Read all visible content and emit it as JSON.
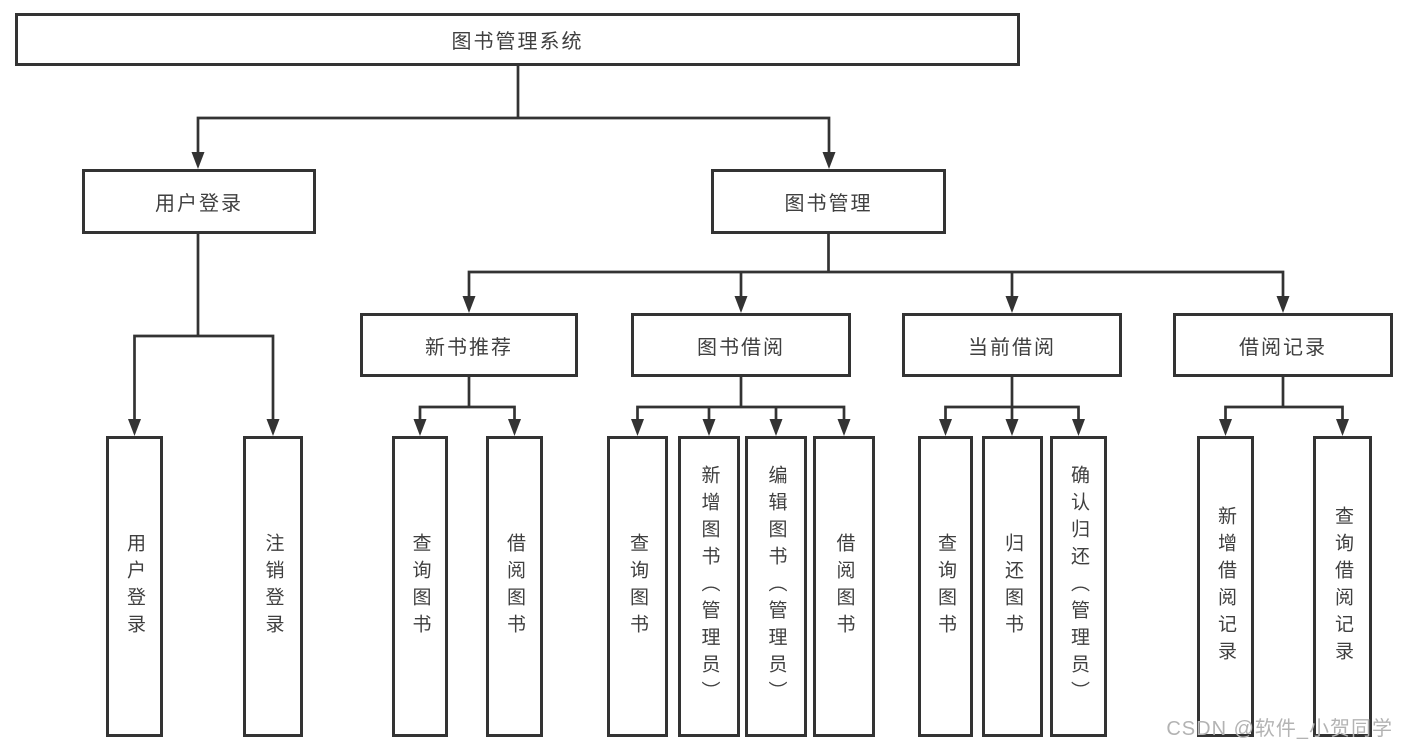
{
  "page": {
    "background": "#ffffff"
  },
  "diagram": {
    "type": "hierarchy-tree",
    "root": {
      "label": "图书管理系统",
      "children": [
        {
          "label": "用户登录",
          "children": [
            {
              "label": "用户登录"
            },
            {
              "label": "注销登录"
            }
          ]
        },
        {
          "label": "图书管理",
          "children": [
            {
              "label": "新书推荐",
              "children": [
                {
                  "label": "查询图书"
                },
                {
                  "label": "借阅图书"
                }
              ]
            },
            {
              "label": "图书借阅",
              "children": [
                {
                  "label": "查询图书"
                },
                {
                  "label": "新增图书（管理员）"
                },
                {
                  "label": "编辑图书（管理员）"
                },
                {
                  "label": "借阅图书"
                }
              ]
            },
            {
              "label": "当前借阅",
              "children": [
                {
                  "label": "查询图书"
                },
                {
                  "label": "归还图书"
                },
                {
                  "label": "确认归还（管理员）"
                }
              ]
            },
            {
              "label": "借阅记录",
              "children": [
                {
                  "label": "新增借阅记录"
                },
                {
                  "label": "查询借阅记录"
                }
              ]
            }
          ]
        }
      ]
    },
    "colors": {
      "line": "#333333",
      "box_border": "#333333",
      "box_fill": "#ffffff",
      "text": "#3f3f3f"
    }
  },
  "watermark": {
    "text": "CSDN @软件_小贺同学",
    "color": "#b3b3b3"
  }
}
